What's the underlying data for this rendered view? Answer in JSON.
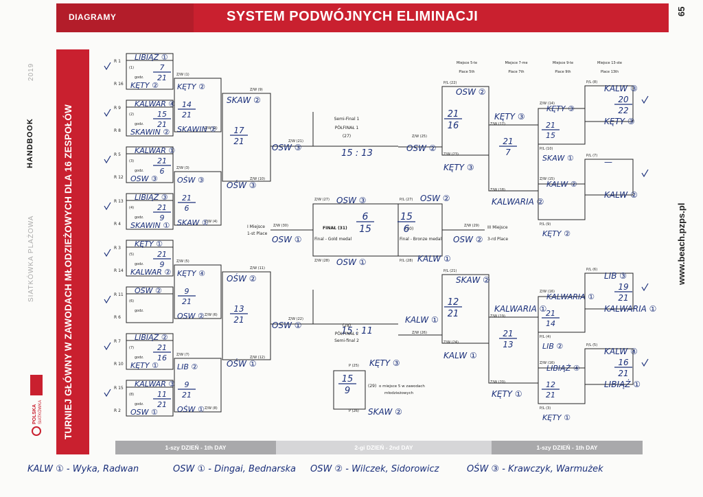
{
  "header": {
    "section": "DIAGRAMY",
    "title": "SYSTEM PODWÓJNYCH ELIMINACJI",
    "page": "65"
  },
  "sidebar": {
    "vertical_title": "TURNIEJ GŁÓWNY W ZAWODACH MŁODZIEŻOWYCH DLA 16 ZESPOŁÓW",
    "handbook": "HANDBOOK",
    "year": "2019",
    "sport": "SIATKÓWKA PLAŻOWA",
    "url": "www.beach.pzps.pl",
    "logo_text": "POLSKA SIATKÓWKA"
  },
  "footer": {
    "day1_left": "1-szy DZIEŃ - 1th DAY",
    "day2": "2-gi DZIEŃ - 2nd DAY",
    "day1_right": "1-szy DZIEŃ - 1th DAY"
  },
  "colors": {
    "red": "#c9202f",
    "ink": "#1a2f7a",
    "day1": "#a9a9ab",
    "day2": "#d6d6d8"
  },
  "printed": {
    "seeds": [
      "R 1",
      "R 16",
      "R 9",
      "R 8",
      "R 5",
      "R 12",
      "R 13",
      "R 4",
      "R 3",
      "R 14",
      "R 11",
      "R 6",
      "R 7",
      "R 10",
      "R 15",
      "R 2"
    ],
    "godz": "godz.",
    "match_nums": [
      "(1)",
      "(9)",
      "(2)",
      "(10)",
      "(3)",
      "(11)",
      "(4)",
      "(12)",
      "(5)",
      "(13)",
      "(6)",
      "(14)",
      "(7)",
      "(15)",
      "(8)",
      "(16)",
      "(17)",
      "(18)",
      "(19)",
      "(20)",
      "(21)",
      "(22)",
      "(23)",
      "(24)",
      "(25)",
      "(26)",
      "(27)",
      "(28)",
      "(29)",
      "(30)",
      "(31)"
    ],
    "wl": [
      "Z/W (1)",
      "Z/W (2)",
      "Z/W (3)",
      "Z/W (4)",
      "Z/W (5)",
      "Z/W (6)",
      "Z/W (7)",
      "Z/W (8)",
      "Z/W (9)",
      "Z/W (10)",
      "Z/W (11)",
      "Z/W (12)",
      "Z/W (21)",
      "Z/W (22)",
      "Z/W (25)",
      "Z/W (26)",
      "Z/W (23)",
      "Z/W (24)",
      "Z/W (17)",
      "Z/W (18)",
      "Z/W (19)",
      "Z/W (20)",
      "Z/W (14)",
      "Z/W (15)",
      "Z/W (16)",
      "Z/W (27)",
      "Z/W (28)",
      "Z/W (29)",
      "Z/W (30)",
      "P/L (22)",
      "P/L (21)",
      "P/L (27)",
      "P/L (28)",
      "P/L (8)",
      "P/L (7)",
      "P/L (6)",
      "P/L (5)",
      "P/L (10)",
      "P/L (9)",
      "P/L (4)",
      "P/L (3)",
      "P/L (12)",
      "P/L (11)",
      "P/L (2)",
      "P/L (1)",
      "P (25)",
      "P (26)"
    ],
    "semi1": [
      "Semi-Final 1",
      "PÓŁFINAŁ 1"
    ],
    "semi2": [
      "PÓŁFINAŁ 2",
      "Semi-final 2"
    ],
    "final": [
      "FINAŁ (31)",
      "Final - Gold medal"
    ],
    "bronze": [
      "Final - Bronze medal",
      "III Miejsce",
      "3-rd Place"
    ],
    "first": [
      "I Miejsce",
      "1-st Place"
    ],
    "places": [
      [
        "Miejsce 5-te",
        "Place 5th"
      ],
      [
        "Miejsce 7-me",
        "Place 7th"
      ],
      [
        "Miejsce 9-te",
        "Place 9th"
      ],
      [
        "Miejsce 13-ste",
        "Place 13th"
      ]
    ],
    "fifth": [
      "o miejsce 5 w zawodach",
      "młodzieżowych"
    ]
  },
  "handwriting": {
    "r1": [
      "LIBIĄŻ ①",
      "KĘTY ②",
      "KALWAR ④",
      "SKAWIN ②",
      "KALWAR ①",
      "OSW ③",
      "LIBIĄŻ ③",
      "SKAWIN ①",
      "KĘTY ①",
      "KALWAR ②",
      "OSW ②",
      "",
      "LIBIĄŻ ②",
      "KĘTY ①",
      "KALWAR ③",
      "OSW ①"
    ],
    "r1_scores": [
      [
        "7",
        "21"
      ],
      [
        "15",
        "21"
      ],
      [
        "21",
        "6"
      ],
      [
        "21",
        "9"
      ],
      [
        "21",
        "9"
      ],
      [
        "",
        ""
      ],
      [
        "21",
        "16"
      ],
      [
        "11",
        "21"
      ]
    ],
    "r2": [
      "KĘTY ②",
      "SKAWIN ②",
      "OŚW ③",
      "SKAW ①",
      "KĘTY ④",
      "OSW ②",
      "LIB ②",
      "OŚW ①"
    ],
    "r2_scores": [
      [
        "14",
        "21"
      ],
      [
        "21",
        "6"
      ],
      [
        "9",
        "21"
      ],
      [
        "9",
        "21"
      ]
    ],
    "r3": [
      "SKAW ②",
      "OŚW ③",
      "OŚW ②",
      "OŚW ①"
    ],
    "r3_scores": [
      [
        "17",
        "21"
      ],
      [
        "13",
        "21"
      ]
    ],
    "semi_teams": [
      "OSW ③",
      "OSW ①"
    ],
    "semi_scores": [
      "15 : 13",
      "15 : 11"
    ],
    "final_teams": [
      "OSW ③",
      "OSW ①"
    ],
    "final_score": [
      "6",
      "15"
    ],
    "first_place": "OSW ①",
    "bronze_teams": [
      "OSW ②",
      "KALW ①"
    ],
    "bronze_score": [
      "15",
      "6"
    ],
    "third_place": "OSW ②",
    "right_sf_teams": [
      "OSW ②",
      "KĘTY ③",
      "SKAW ②",
      "KALW ①"
    ],
    "right_sf_scores": [
      [
        "21",
        "16"
      ],
      [
        "12",
        "21"
      ]
    ],
    "fifth_final": "OSW ②",
    "fifth_loser": "KALW ①",
    "p5": [
      "KĘTY ③",
      "KALWARIA ②",
      "KALWARIA ①",
      "KĘTY ①"
    ],
    "p5_scores": [
      [
        "21",
        "7"
      ],
      [
        "21",
        "13"
      ]
    ],
    "p9": [
      "KĘTY ③",
      "SKAW ①",
      "KALW ②",
      "KĘTY ②",
      "KALWARIA ①",
      "LIB ②",
      "LIBIĄŻ ④",
      "KĘTY ①"
    ],
    "p9_scores": [
      [
        "21",
        "15"
      ],
      [
        "",
        ""
      ],
      [
        "21",
        "14"
      ],
      [
        "12",
        "21"
      ]
    ],
    "p13": [
      "KALW ③",
      "KĘTY ③",
      "—",
      "KALW ②",
      "LIB ③",
      "KALWARIA ①",
      "KALW ④",
      "LIBIĄŻ ①"
    ],
    "p13_scores": [
      [
        "20",
        "22"
      ],
      [
        "",
        ""
      ],
      [
        "19",
        "21"
      ],
      [
        "16",
        "21"
      ]
    ],
    "legend": [
      "KALW ① - Wyka, Radwan",
      "OSW ① - Dingai, Bednarska",
      "OSW ② - Wilczek, Sidorowicz",
      "OŚW ③ - Krawczyk, Warmużek"
    ]
  }
}
